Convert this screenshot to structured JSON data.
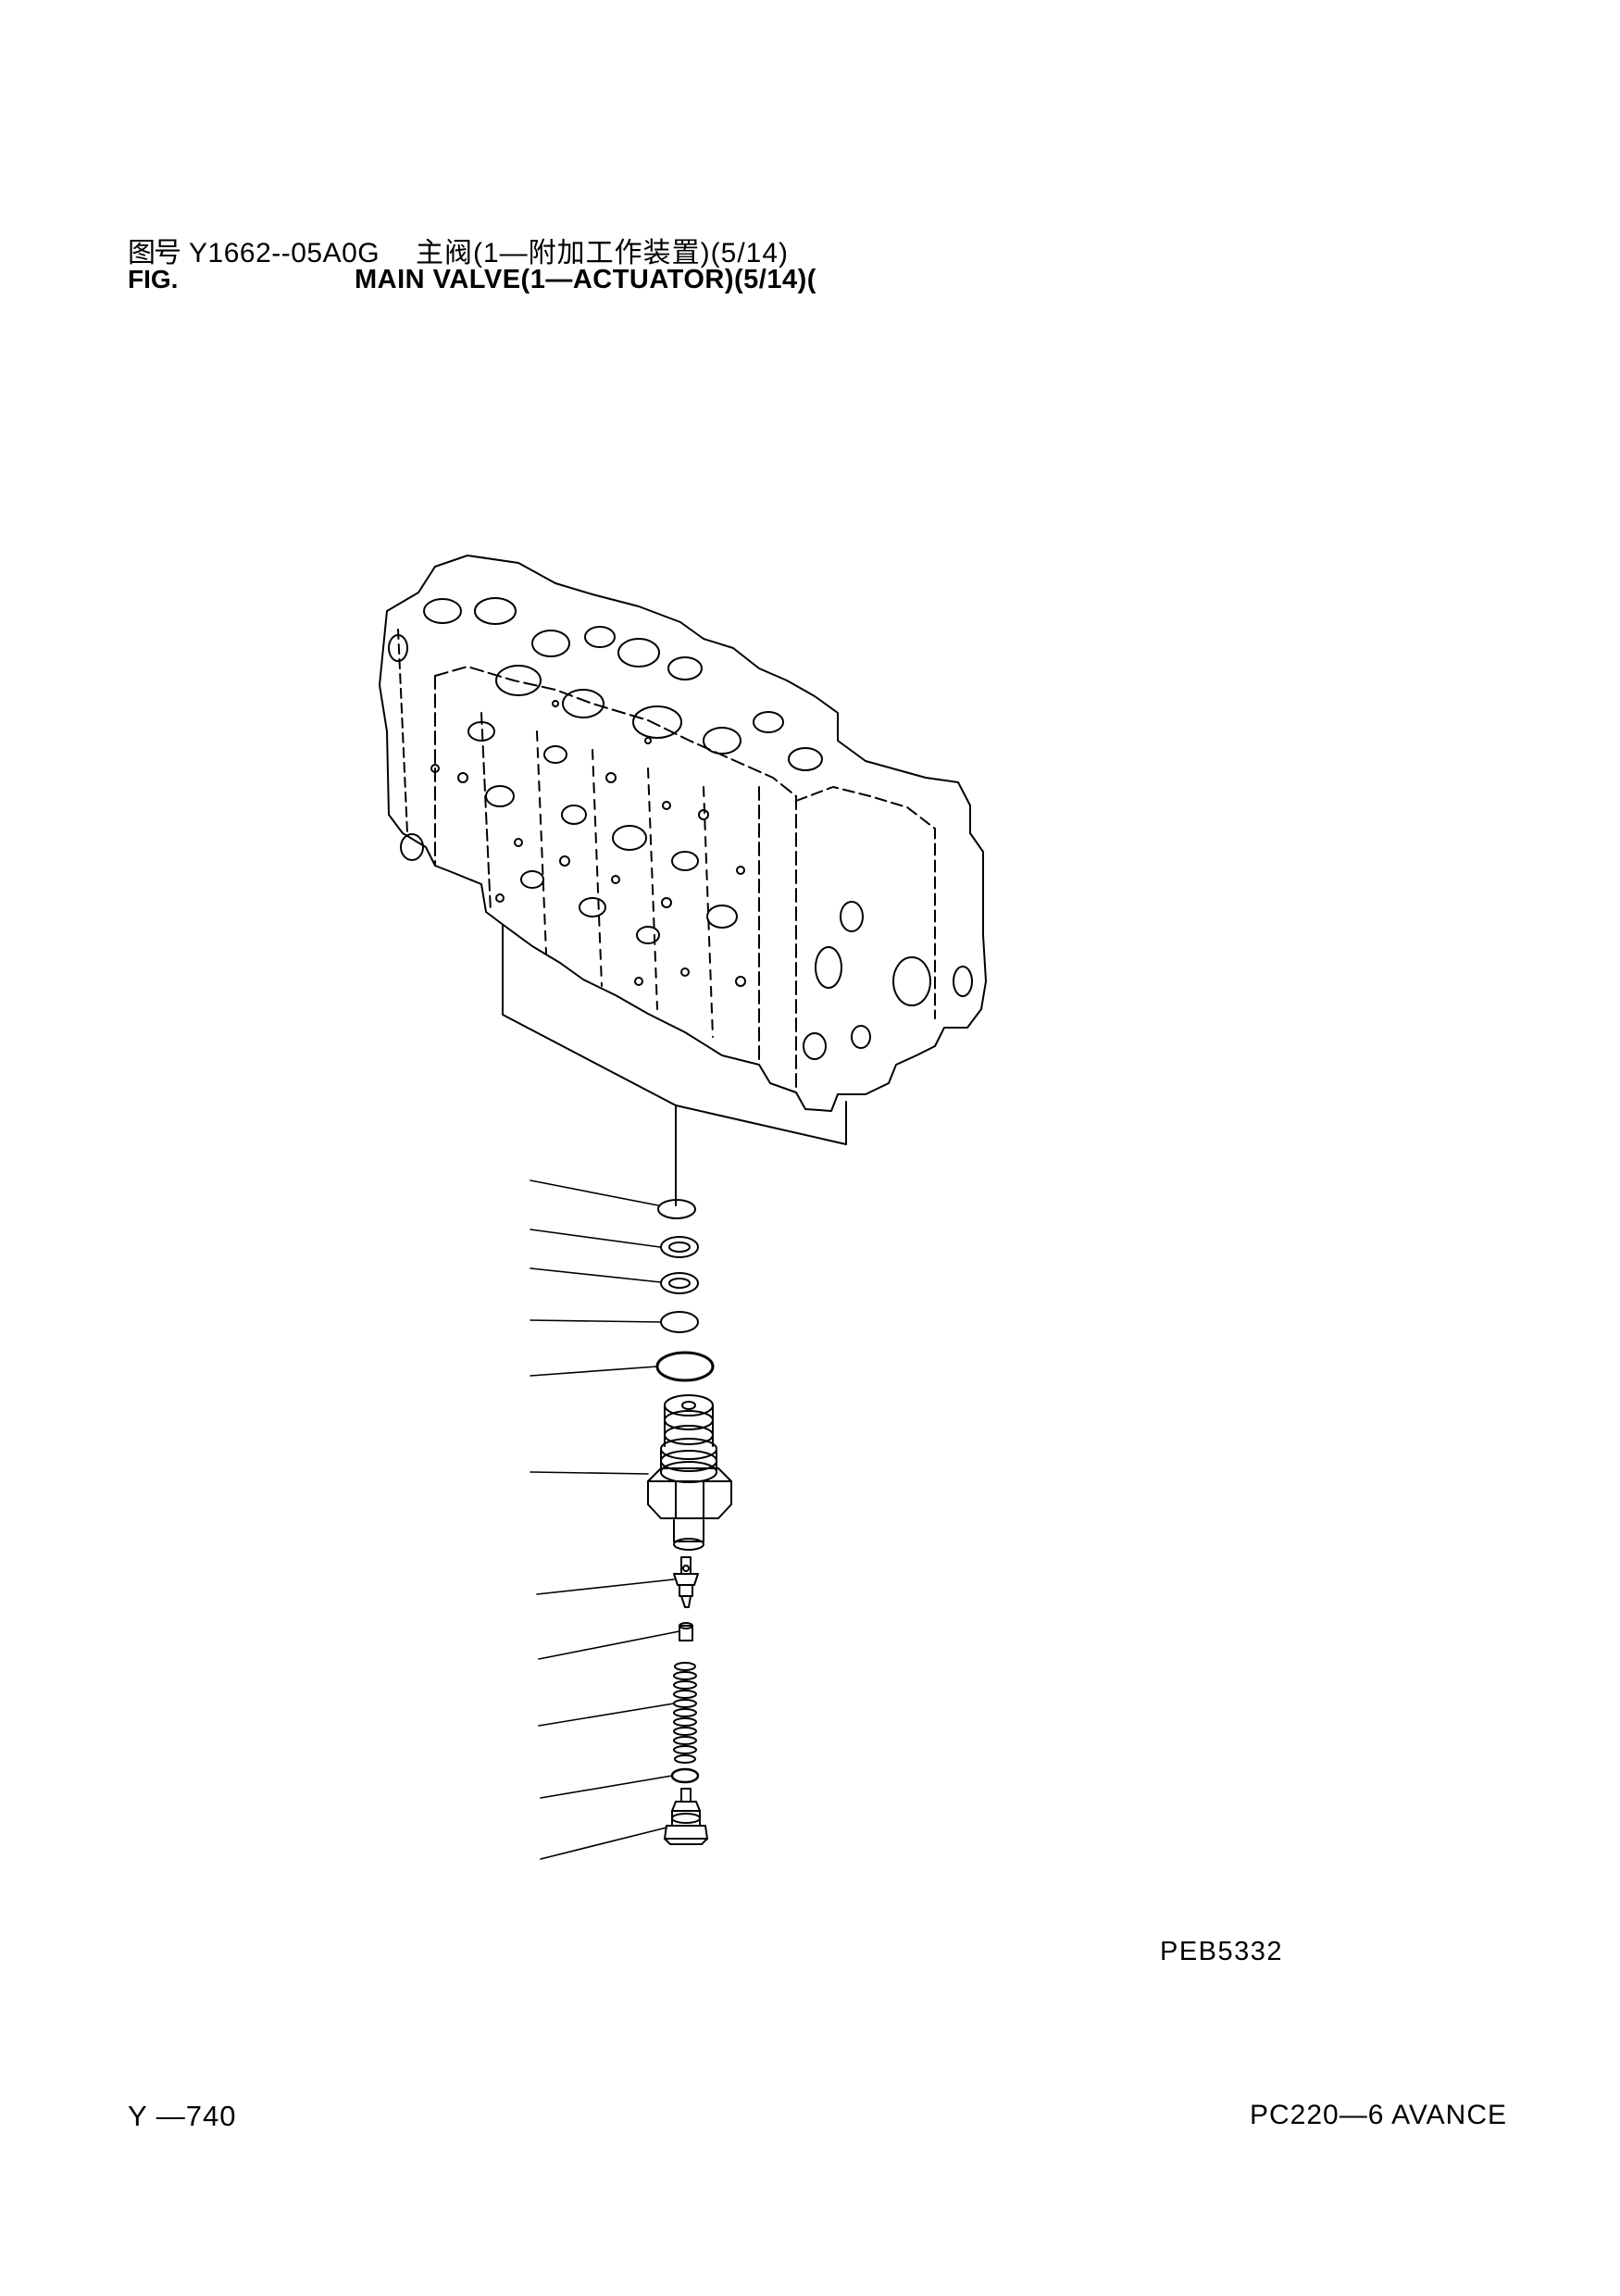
{
  "header": {
    "cn_label": "图号",
    "fig_label": "FIG.",
    "figure_number": "Y1662--05A0G",
    "title_cn": "主阀(1—附加工作装置)(5/14)",
    "title_en": "MAIN VALVE(1—ACTUATOR)(5/14)("
  },
  "drawing_ref": "PEB5332",
  "page_number": "Y —740",
  "model": "PC220—6 AVANCE"
}
